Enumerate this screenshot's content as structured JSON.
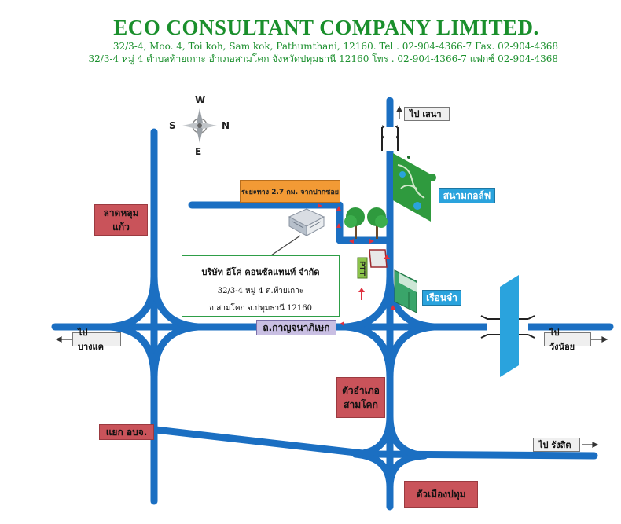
{
  "header": {
    "company_name": "ECO CONSULTANT COMPANY LIMITED.",
    "address_en": "32/3-4, Moo. 4, Toi  koh, Sam kok, Pathumthani, 12160.  Tel .  02-904-4366-7  Fax.  02-904-4368",
    "address_th": "32/3-4 หมู่ 4 ตำบลท้ายเกาะ อำเภอสามโคก จังหวัดปทุมธานี 12160 โทร . 02-904-4366-7 แฟกซ์ 02-904-4368"
  },
  "compass": {
    "top": "W",
    "left": "S",
    "right": "N",
    "bottom": "E"
  },
  "labels": {
    "to_sena": "ไป เสนา",
    "golf_course": "สนามกอล์ฟ",
    "distance": "ระยะทาง 2.7 กม. จากปากซอย",
    "lat_lum_kaeo": "ลาดหลุม แก้ว",
    "ptt": "PTT",
    "ruean_cham": "เรือนจำ",
    "road_name": "ถ.กาญจนาภิเษก",
    "to_bang_khae": "ไป บางแค",
    "to_wang_noi": "ไป วังน้อย",
    "amphoe_sam_khok": "ตัวอำเภอ สามโคก",
    "yaek_obj": "แยก อบจ.",
    "to_rangsit": "ไป รังสิต",
    "mueang_pathum": "ตัวเมืองปทุม"
  },
  "info": {
    "company_th": "บริษัท อีโค่ คอนซัลแทนท์ จำกัด",
    "addr1": "32/3-4 หมู่ 4 ต.ท้ายเกาะ",
    "addr2": "อ.สามโคก จ.ปทุมธานี 12160"
  },
  "colors": {
    "road": "#1b6fc2",
    "brand_green": "#1a8f2c",
    "route_marker": "#e0303e",
    "info_border": "#2e9e47",
    "golf_green": "#2f9a3e"
  }
}
